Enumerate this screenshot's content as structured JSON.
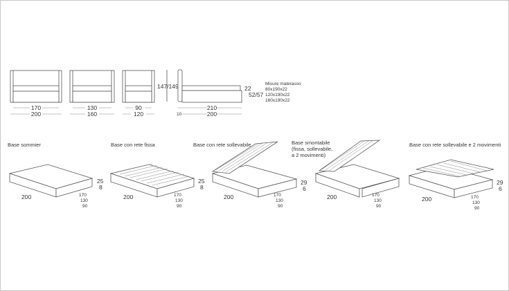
{
  "front_views": [
    {
      "inner": "170",
      "outer": "200"
    },
    {
      "inner": "130",
      "outer": "160"
    },
    {
      "inner": "90",
      "outer": "120"
    }
  ],
  "height_label": "147/149",
  "side_view": {
    "length_total": "210",
    "length_base": "200",
    "offset": "10",
    "mattress_height": "22",
    "frame_height": "52/57"
  },
  "mattress": {
    "title": "Misure materasso",
    "sizes": [
      "80x190x22",
      "120x190x22",
      "160x190x22"
    ]
  },
  "bases": [
    {
      "label": [
        "Base sommier"
      ],
      "length": "200",
      "height": "25",
      "feet": "8",
      "widths": [
        "170",
        "130",
        "90"
      ]
    },
    {
      "label": [
        "Base con rete fissa"
      ],
      "length": "200",
      "height": "25",
      "feet": "8",
      "widths": [
        "170",
        "130",
        "90"
      ]
    },
    {
      "label": [
        "Base con rete sollevabile"
      ],
      "length": "200",
      "height": "29",
      "feet": "6",
      "widths": [
        "170",
        "130",
        "90"
      ]
    },
    {
      "label": [
        "Base smontabile",
        "(fissa, sollevabile,",
        "a 2 movimenti)"
      ],
      "length": "200",
      "widths": [
        "170",
        "130",
        "90"
      ]
    },
    {
      "label": [
        "Base con rete sollevabile e 2 movimenti"
      ],
      "length": "200",
      "height": "29",
      "feet": "6",
      "widths": [
        "170",
        "130",
        "90"
      ]
    }
  ]
}
